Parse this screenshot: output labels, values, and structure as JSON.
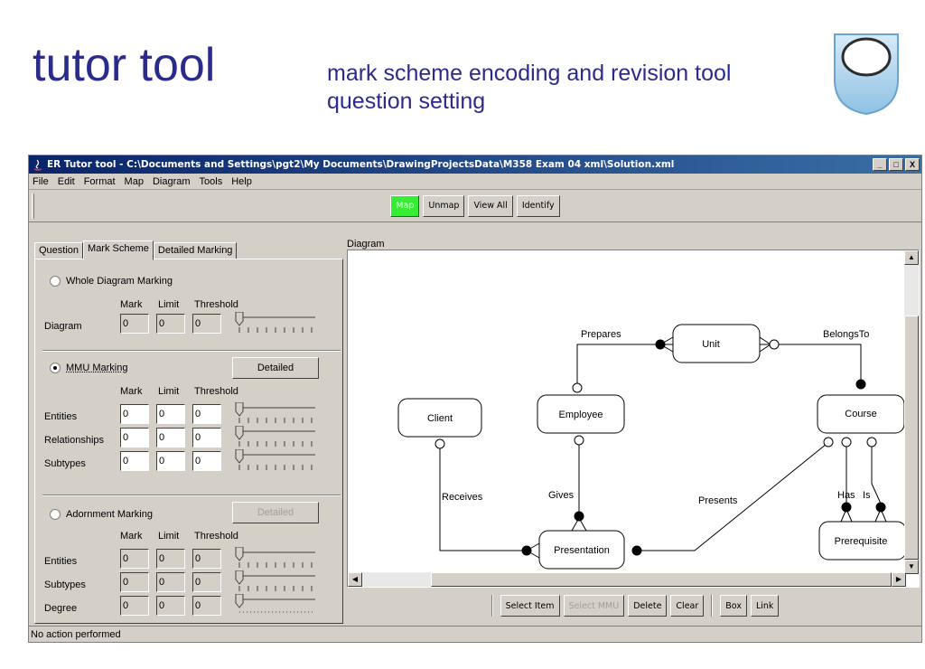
{
  "slide": {
    "title": "tutor tool",
    "subtitle_line1": "mark scheme encoding and revision tool",
    "subtitle_line2": "question setting"
  },
  "window": {
    "title": "ER Tutor tool - C:\\Documents and Settings\\pgt2\\My Documents\\DrawingProjectsData\\M358 Exam 04 xml\\Solution.xml",
    "min_label": "_",
    "max_label": "□",
    "close_label": "X"
  },
  "menu": [
    "File",
    "Edit",
    "Format",
    "Map",
    "Diagram",
    "Tools",
    "Help"
  ],
  "toolbar": {
    "map": "Map",
    "unmap": "Unmap",
    "view_all": "View All",
    "identify": "Identify"
  },
  "tabs": [
    "Question",
    "Mark Scheme",
    "Detailed Marking"
  ],
  "scheme": {
    "whole": {
      "label": "Whole Diagram Marking",
      "selected": false,
      "headers": [
        "Mark",
        "Limit",
        "Threshold"
      ],
      "rows": [
        {
          "label": "Diagram",
          "mark": "0",
          "limit": "0",
          "threshold": "0"
        }
      ]
    },
    "mmu": {
      "label": "MMU Marking",
      "selected": true,
      "button": "Detailed",
      "headers": [
        "Mark",
        "Limit",
        "Threshold"
      ],
      "rows": [
        {
          "label": "Entities",
          "mark": "0",
          "limit": "0",
          "threshold": "0"
        },
        {
          "label": "Relationships",
          "mark": "0",
          "limit": "0",
          "threshold": "0"
        },
        {
          "label": "Subtypes",
          "mark": "0",
          "limit": "0",
          "threshold": "0"
        }
      ]
    },
    "adornment": {
      "label": "Adornment Marking",
      "selected": false,
      "button": "Detailed",
      "headers": [
        "Mark",
        "Limit",
        "Threshold"
      ],
      "rows": [
        {
          "label": "Entities",
          "mark": "0",
          "limit": "0",
          "threshold": "0"
        },
        {
          "label": "Subtypes",
          "mark": "0",
          "limit": "0",
          "threshold": "0"
        },
        {
          "label": "Degree",
          "mark": "0",
          "limit": "0",
          "threshold": "0"
        }
      ]
    }
  },
  "diagram": {
    "label": "Diagram",
    "entities": [
      "Unit",
      "Client",
      "Employee",
      "Course",
      "Presentation",
      "Prerequisite"
    ],
    "relationships": [
      "Prepares",
      "BelongsTo",
      "Receives",
      "Gives",
      "Presents",
      "Has",
      "Is"
    ]
  },
  "bottom_toolbar": {
    "select_item": "Select Item",
    "select_mmu": "Select MMU",
    "delete": "Delete",
    "clear": "Clear",
    "box": "Box",
    "link": "Link"
  },
  "status": "No action performed",
  "colors": {
    "title": "#2b2b8c",
    "map_button": "#33ee33",
    "window_face": "#d4d0c8"
  }
}
